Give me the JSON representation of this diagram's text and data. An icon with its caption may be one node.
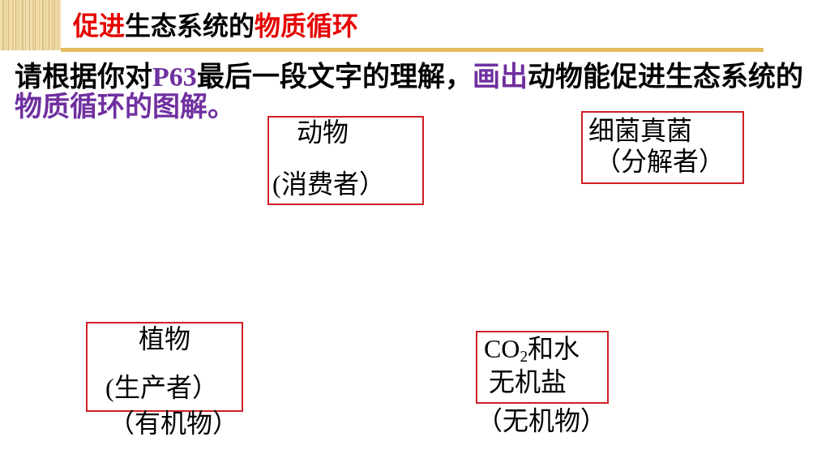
{
  "diagram": {
    "title": "**促进**生态系统的**物质循环**",
    "nodes": [
      {
        "text": [
          "动物",
          "(消费者）"
        ]
      },
      {
        "text": [
          "细菌真菌",
          "（分解者）"
        ]
      },
      {
        "text": [
          "植物",
          "(生产者）"
        ],
        "beside": [
          "（有机物）"
        ]
      },
      {
        "text": [
          "CO$_{2}$和水",
          "无机盐"
        ],
        "beside": [
          "（无机物）"
        ]
      }
    ],
    "labels": [
      "请根据你对**P63**最后一段文字的理解，**画出**动物能促进生态系统的**物质循环的图解。**"
    ]
  }
}
